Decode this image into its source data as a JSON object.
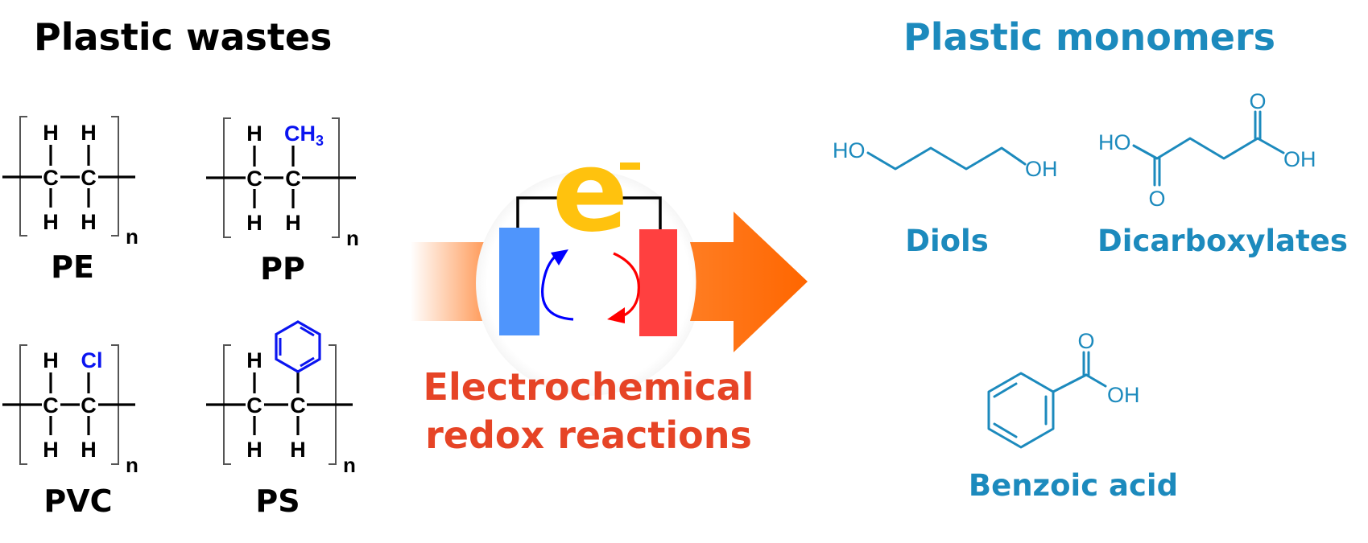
{
  "left_panel": {
    "title": "Plastic wastes",
    "title_color": "#000000",
    "polymers": [
      {
        "name": "PE",
        "label": "PE",
        "substituent": "H",
        "substituent_color": "#000000",
        "repeat": "n",
        "atoms": {
          "top_left": "H",
          "top_right": "H",
          "c1": "C",
          "c2": "C",
          "bottom_left": "H",
          "bottom_right": "H"
        }
      },
      {
        "name": "PP",
        "label": "PP",
        "substituent": "CH3",
        "substituent_color": "#0a14f0",
        "repeat": "n",
        "atoms": {
          "top_left": "H",
          "top_right_main": "CH",
          "top_right_sub": "3",
          "c1": "C",
          "c2": "C",
          "bottom_left": "H",
          "bottom_right": "H"
        }
      },
      {
        "name": "PVC",
        "label": "PVC",
        "substituent": "Cl",
        "substituent_color": "#0a14f0",
        "repeat": "n",
        "atoms": {
          "top_left": "H",
          "top_right": "Cl",
          "c1": "C",
          "c2": "C",
          "bottom_left": "H",
          "bottom_right": "H"
        }
      },
      {
        "name": "PS",
        "label": "PS",
        "substituent": "phenyl",
        "substituent_color": "#0a14f0",
        "repeat": "n",
        "atoms": {
          "top_left": "H",
          "c1": "C",
          "c2": "C",
          "bottom_left": "H",
          "bottom_right": "H"
        }
      }
    ]
  },
  "center": {
    "electron_label": "e",
    "electron_charge": "-",
    "electron_color": "#ffc20e",
    "anode_color": "#4f95fc",
    "cathode_color": "#ff4040",
    "oxidation_arrow_color": "#0000ff",
    "reduction_arrow_color": "#ff0000",
    "arrow_color": "#ff6a00",
    "process_line1": "Electrochemical",
    "process_line2": "redox reactions",
    "process_color": "#e64426"
  },
  "right_panel": {
    "title": "Plastic monomers",
    "title_color": "#1c8abd",
    "products": [
      {
        "name": "diols",
        "label": "Diols",
        "groups": [
          "HO",
          "OH"
        ]
      },
      {
        "name": "dicarboxylates",
        "label": "Dicarboxylates",
        "groups": [
          "HO",
          "O",
          "O",
          "OH"
        ]
      },
      {
        "name": "benzoic-acid",
        "label": "Benzoic acid",
        "groups": [
          "O",
          "OH"
        ]
      }
    ]
  }
}
